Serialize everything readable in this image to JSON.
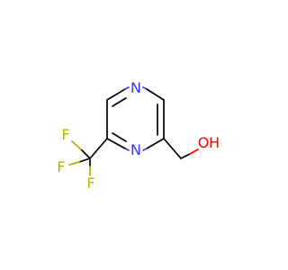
{
  "molecule": {
    "atoms": {
      "n_top": "N",
      "n_bottom": "N",
      "f1": "F",
      "f2": "F",
      "f3": "F",
      "o": "O",
      "h": "H"
    }
  },
  "colors": {
    "nitrogen": "#3333ff",
    "fluorine": "#b3b300",
    "oxygen": "#ff0000",
    "bond": "#000000"
  }
}
